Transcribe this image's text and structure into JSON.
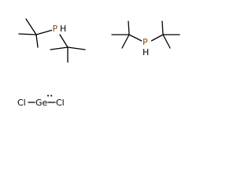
{
  "molecules": [
    {
      "name": "di-tert-butylphosphine-left",
      "atoms": {
        "phosphorus": "P",
        "hydrogen": "H"
      }
    },
    {
      "name": "di-tert-butylphosphine-right",
      "atoms": {
        "phosphorus": "P",
        "hydrogen": "H"
      }
    },
    {
      "name": "germanium-dichloride",
      "atoms": {
        "left_chlorine": "Cl",
        "germanium": "Ge",
        "right_chlorine": "Cl",
        "charge_marks": "••"
      }
    }
  ],
  "colors": {
    "bond": "#000000",
    "phosphorus": "#8b4a00",
    "text": "#000000",
    "background": "#ffffff"
  }
}
